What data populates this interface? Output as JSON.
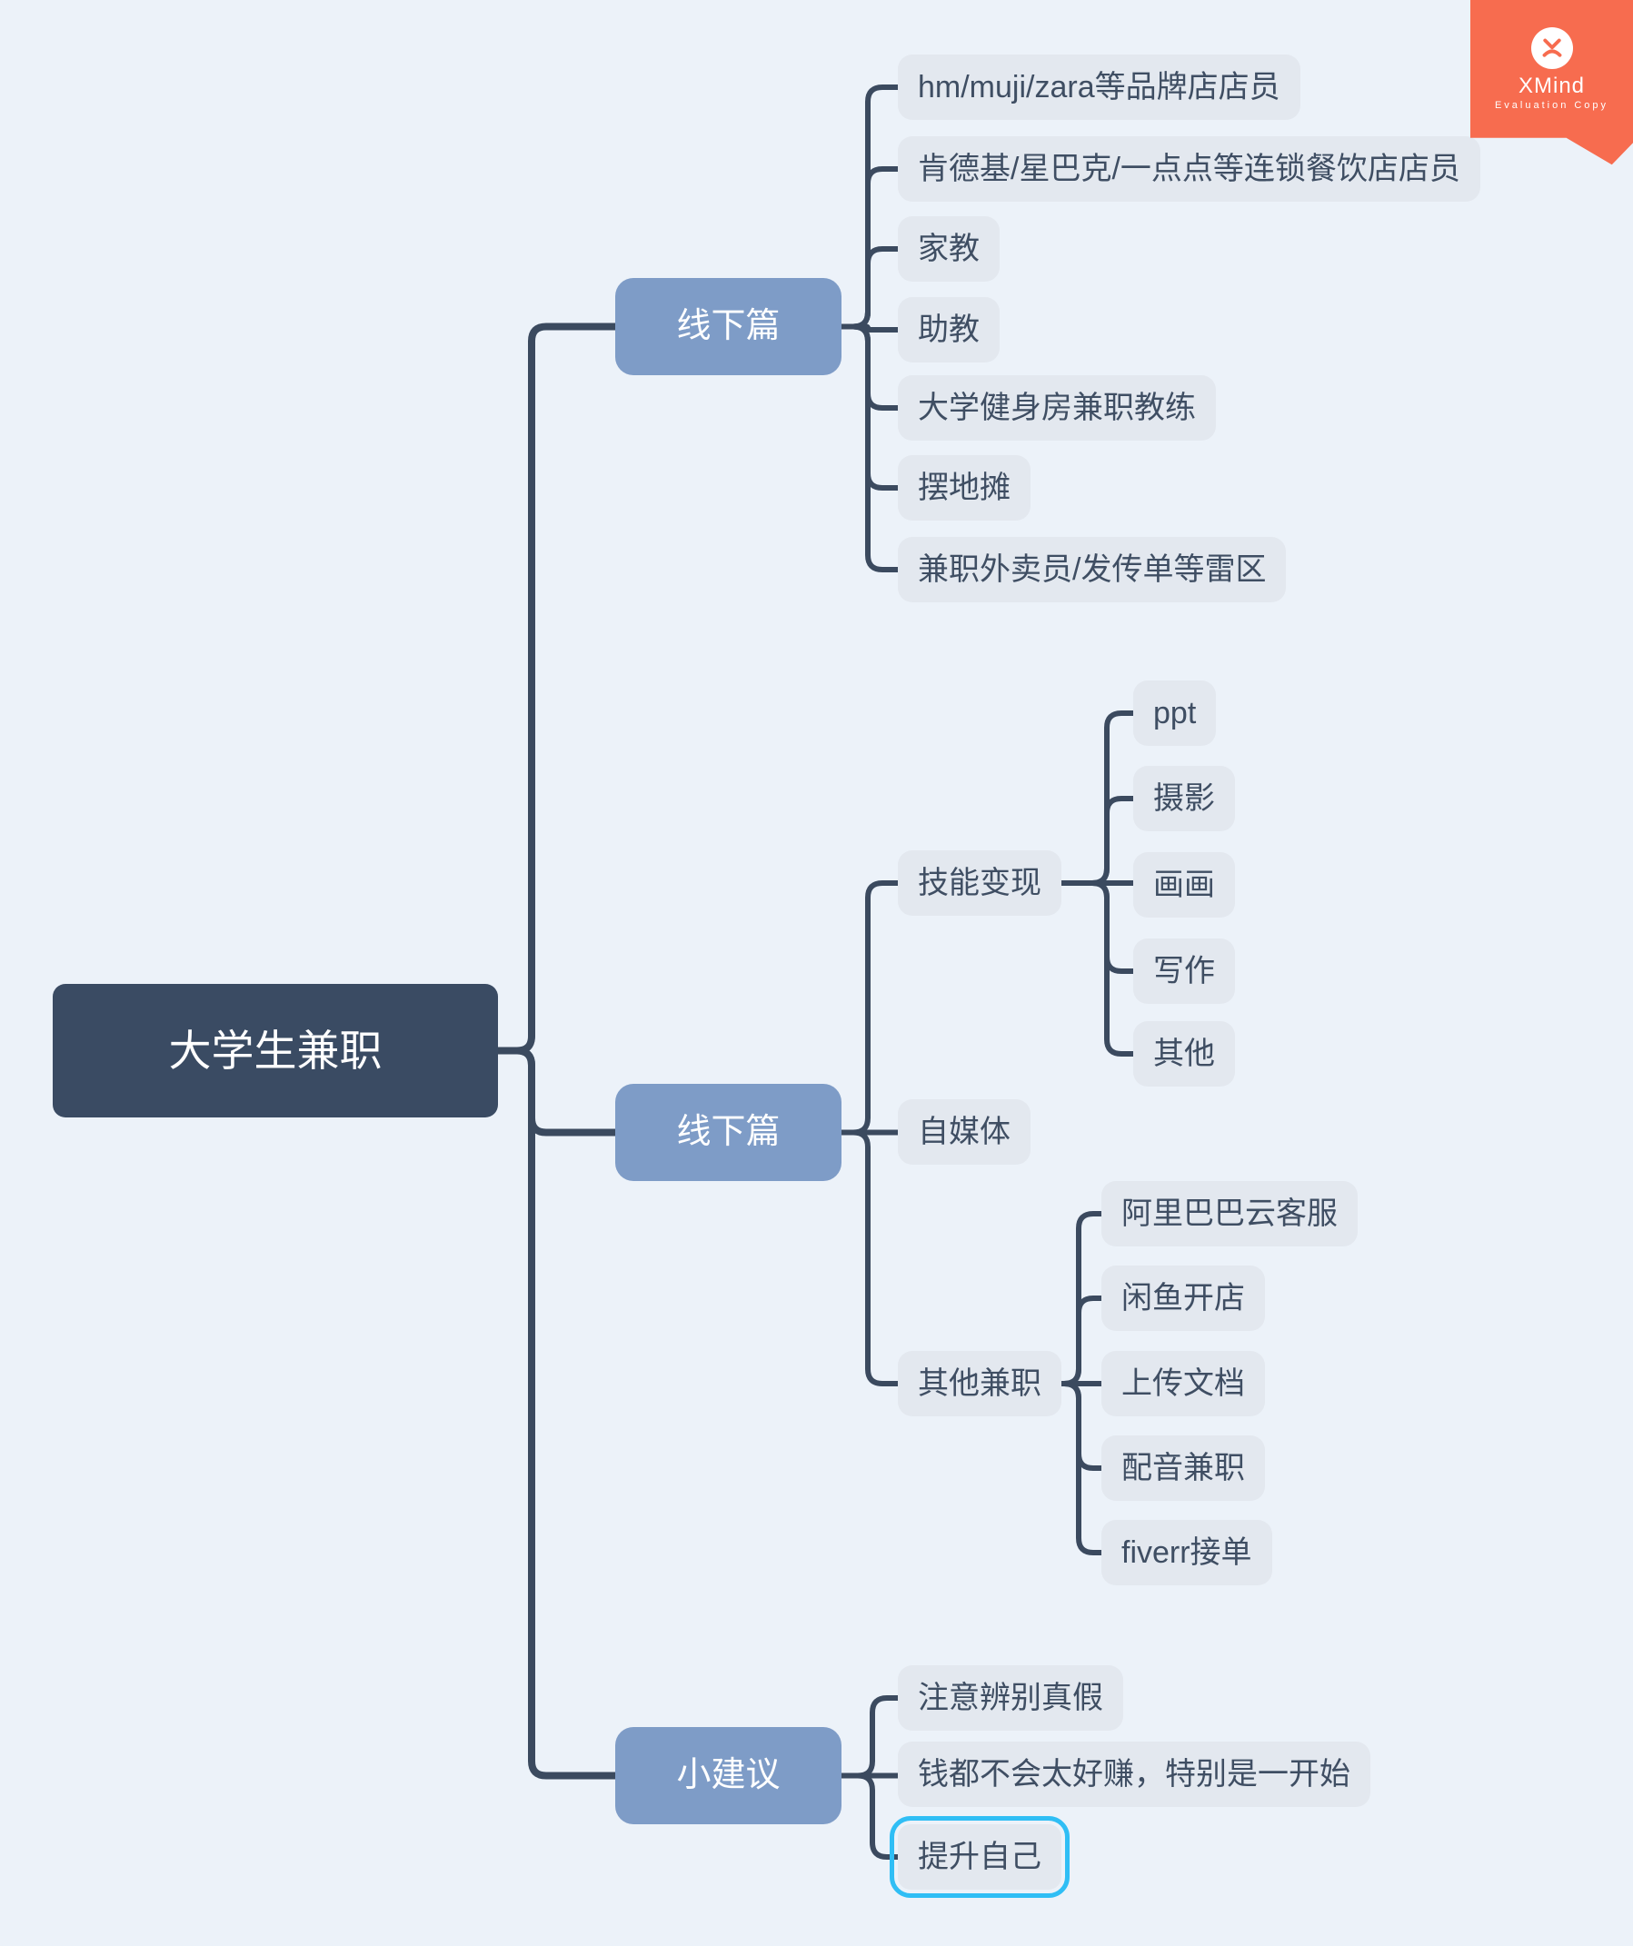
{
  "watermark": {
    "brand": "XMind",
    "subtitle": "Evaluation Copy"
  },
  "colors": {
    "background": "#ECF2F9",
    "topic_bg": "#E3E8EF",
    "topic_text": "#3F4E63",
    "branch_bg": "#7E9CC7",
    "branch_text": "#FFFFFF",
    "root_bg": "#3A4B63",
    "root_text": "#FFFFFF",
    "connector": "#3B4A5F",
    "selection": "#2FBEF5",
    "watermark_bg": "#F76C4F"
  },
  "root": {
    "label": "大学生兼职"
  },
  "branches": [
    {
      "label": "线下篇",
      "children": [
        {
          "label": "hm/muji/zara等品牌店店员"
        },
        {
          "label": "肯德基/星巴克/一点点等连锁餐饮店店员"
        },
        {
          "label": "家教"
        },
        {
          "label": "助教"
        },
        {
          "label": "大学健身房兼职教练"
        },
        {
          "label": "摆地摊"
        },
        {
          "label": "兼职外卖员/发传单等雷区"
        }
      ]
    },
    {
      "label": "线下篇",
      "children": [
        {
          "label": "技能变现",
          "children": [
            {
              "label": "ppt"
            },
            {
              "label": "摄影"
            },
            {
              "label": "画画"
            },
            {
              "label": "写作"
            },
            {
              "label": "其他"
            }
          ]
        },
        {
          "label": "自媒体",
          "children": []
        },
        {
          "label": "其他兼职",
          "children": [
            {
              "label": "阿里巴巴云客服"
            },
            {
              "label": "闲鱼开店"
            },
            {
              "label": "上传文档"
            },
            {
              "label": "配音兼职"
            },
            {
              "label": "fiverr接单"
            }
          ]
        }
      ]
    },
    {
      "label": "小建议",
      "children": [
        {
          "label": "注意辨别真假"
        },
        {
          "label": "钱都不会太好赚，特别是一开始"
        },
        {
          "label": "提升自己",
          "selected": true
        }
      ]
    }
  ]
}
